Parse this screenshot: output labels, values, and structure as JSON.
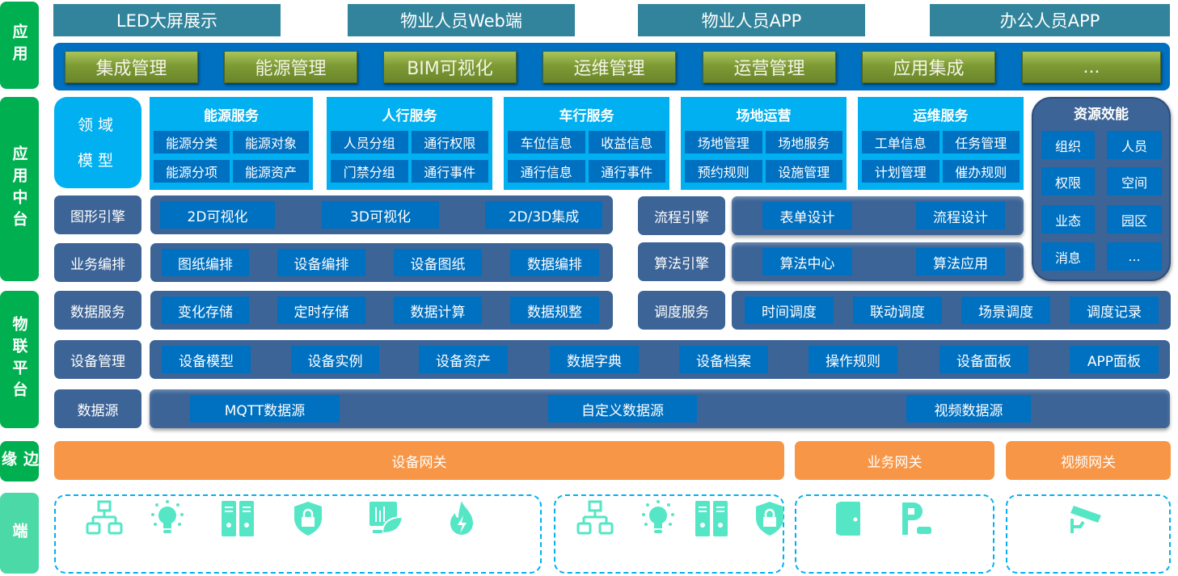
{
  "layers": {
    "app": "应用",
    "middle": "应用中台",
    "iot": "物联平台",
    "edge": "边缘",
    "terminal": "端"
  },
  "top_clients": [
    "LED大屏展示",
    "物业人员Web端",
    "物业人员APP",
    "办公人员APP"
  ],
  "app_modules": [
    "集成管理",
    "能源管理",
    "BIM可视化",
    "运维管理",
    "运营管理",
    "应用集成",
    "..."
  ],
  "domain_model": {
    "line1": "领域",
    "line2": "模型"
  },
  "services": [
    {
      "title": "能源服务",
      "items": [
        "能源分类",
        "能源对象",
        "能源分项",
        "能源资产"
      ]
    },
    {
      "title": "人行服务",
      "items": [
        "人员分组",
        "通行权限",
        "门禁分组",
        "通行事件"
      ]
    },
    {
      "title": "车行服务",
      "items": [
        "车位信息",
        "收益信息",
        "通行信息",
        "通行事件"
      ]
    },
    {
      "title": "场地运营",
      "items": [
        "场地管理",
        "场地服务",
        "预约规则",
        "设施管理"
      ]
    },
    {
      "title": "运维服务",
      "items": [
        "工单信息",
        "任务管理",
        "计划管理",
        "催办规则"
      ]
    }
  ],
  "resource": {
    "title": "资源效能",
    "items": [
      "组织",
      "人员",
      "权限",
      "空间",
      "业态",
      "园区",
      "消息",
      "..."
    ]
  },
  "graphics": {
    "label": "图形引擎",
    "items": [
      "2D可视化",
      "3D可视化",
      "2D/3D集成"
    ]
  },
  "business": {
    "label": "业务编排",
    "items": [
      "图纸编排",
      "设备编排",
      "设备图纸",
      "数据编排"
    ]
  },
  "flow": {
    "label": "流程引擎",
    "items": [
      "表单设计",
      "流程设计"
    ]
  },
  "algorithm": {
    "label": "算法引擎",
    "items": [
      "算法中心",
      "算法应用"
    ]
  },
  "data_service": {
    "label": "数据服务",
    "items": [
      "变化存储",
      "定时存储",
      "数据计算",
      "数据规整"
    ]
  },
  "dispatch": {
    "label": "调度服务",
    "items": [
      "时间调度",
      "联动调度",
      "场景调度",
      "调度记录"
    ]
  },
  "device_mgmt": {
    "label": "设备管理",
    "items": [
      "设备模型",
      "设备实例",
      "设备资产",
      "数据字典",
      "设备档案",
      "操作规则",
      "设备面板",
      "APP面板"
    ]
  },
  "data_source": {
    "label": "数据源",
    "items": [
      "MQTT数据源",
      "自定义数据源",
      "视频数据源"
    ]
  },
  "gateways": [
    "设备网关",
    "业务网关",
    "视频网关"
  ],
  "terminal_icons": [
    [
      "network-icon",
      "lightbulb-icon",
      "server-icon",
      "shield-lock-icon",
      "eco-monitor-icon",
      "fire-icon"
    ],
    [
      "network-icon",
      "lightbulb-icon",
      "server-icon",
      "shield-lock-icon"
    ],
    [
      "door-icon",
      "parking-icon"
    ],
    [
      "camera-icon"
    ]
  ],
  "colors": {
    "green": "#00b050",
    "teal": "#31849b",
    "blue": "#0070c0",
    "cyan": "#00b0f0",
    "slate": "#3d6496",
    "orange": "#f79646",
    "mint": "#55e6c6"
  }
}
